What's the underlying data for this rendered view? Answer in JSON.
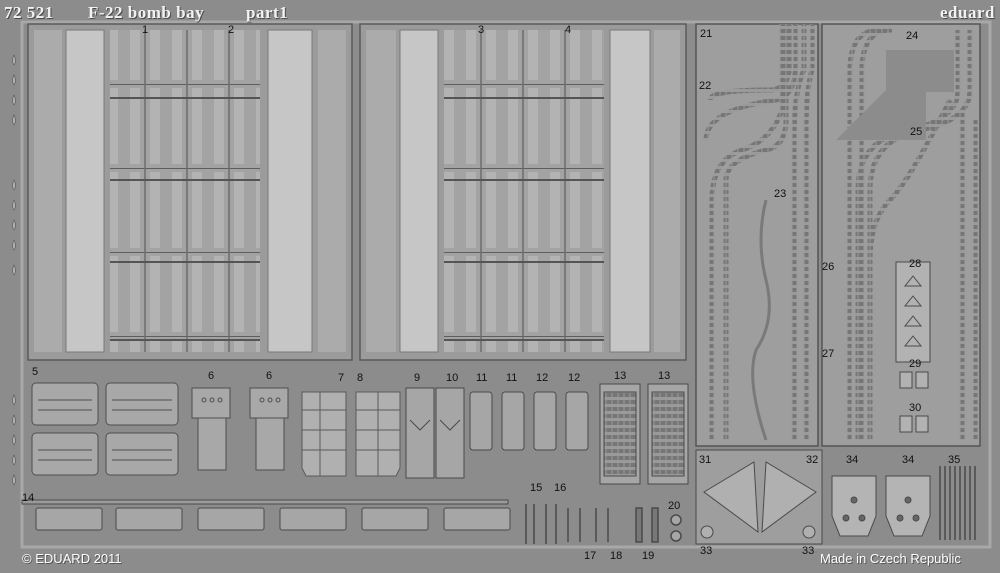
{
  "header": {
    "product_number": "72 521",
    "title": "F-22 bomb bay",
    "part": "part1",
    "brand": "eduard"
  },
  "footer": {
    "copyright": "© EDUARD 2011",
    "origin": "Made in Czech Republic"
  },
  "part_numbers": {
    "p1": "1",
    "p2": "2",
    "p3": "3",
    "p4": "4",
    "p5": "5",
    "p6a": "6",
    "p6b": "6",
    "p7": "7",
    "p8": "8",
    "p9": "9",
    "p10": "10",
    "p11a": "11",
    "p11b": "11",
    "p12a": "12",
    "p12b": "12",
    "p13a": "13",
    "p13b": "13",
    "p14": "14",
    "p15": "15",
    "p16": "16",
    "p17": "17",
    "p18": "18",
    "p19": "19",
    "p20": "20",
    "p21": "21",
    "p22": "22",
    "p23": "23",
    "p24": "24",
    "p25": "25",
    "p26": "26",
    "p27": "27",
    "p28": "28",
    "p29": "29",
    "p30": "30",
    "p31": "31",
    "p32": "32",
    "p33a": "33",
    "p33b": "33",
    "p34a": "34",
    "p34b": "34",
    "p35": "35"
  },
  "colors": {
    "fret": "#8c8c8c",
    "part_fill": "#a9a9a9",
    "part_light": "#bdbdbd",
    "part_dark": "#6f6f6f",
    "line": "#5a5a5a",
    "text": "#111111"
  }
}
